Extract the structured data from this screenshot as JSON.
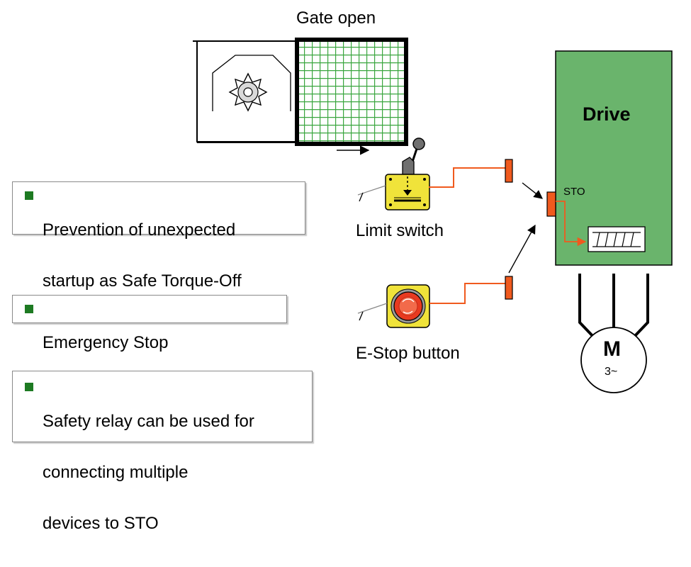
{
  "gate": {
    "title": "Gate open"
  },
  "drive": {
    "title": "Drive",
    "sto_label": "STO"
  },
  "motor": {
    "letter": "M",
    "phase": "3~"
  },
  "devices": {
    "limit_switch": "Limit switch",
    "estop_button": "E-Stop button"
  },
  "bullets": [
    {
      "lines": [
        "Prevention of unexpected",
        "startup as Safe Torque-Off"
      ]
    },
    {
      "lines": [
        "Emergency Stop"
      ]
    },
    {
      "lines": [
        "Safety relay can be used for",
        "connecting multiple",
        "devices to STO"
      ]
    }
  ],
  "colors": {
    "drive_green": "#6ab46c",
    "wire_orange": "#f05a1e",
    "bullet_green": "#1d7a22",
    "device_yellow": "#f0e33a"
  }
}
